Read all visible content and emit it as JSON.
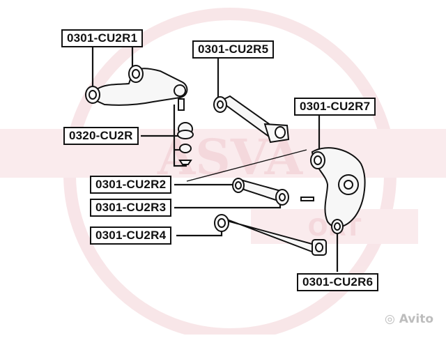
{
  "labels": {
    "r1": "0301-CU2R1",
    "r5": "0301-CU2R5",
    "r7": "0301-CU2R7",
    "cu2r": "0320-CU2R",
    "r2": "0301-CU2R2",
    "r3": "0301-CU2R3",
    "r4": "0301-CU2R4",
    "r6": "0301-CU2R6"
  },
  "watermark": {
    "brand": "ASVA",
    "sub": "ORT"
  },
  "avito": "Avito",
  "colors": {
    "brand_red": "#e8b8bf",
    "line": "#111111",
    "part_fill": "#f7f7f7"
  }
}
